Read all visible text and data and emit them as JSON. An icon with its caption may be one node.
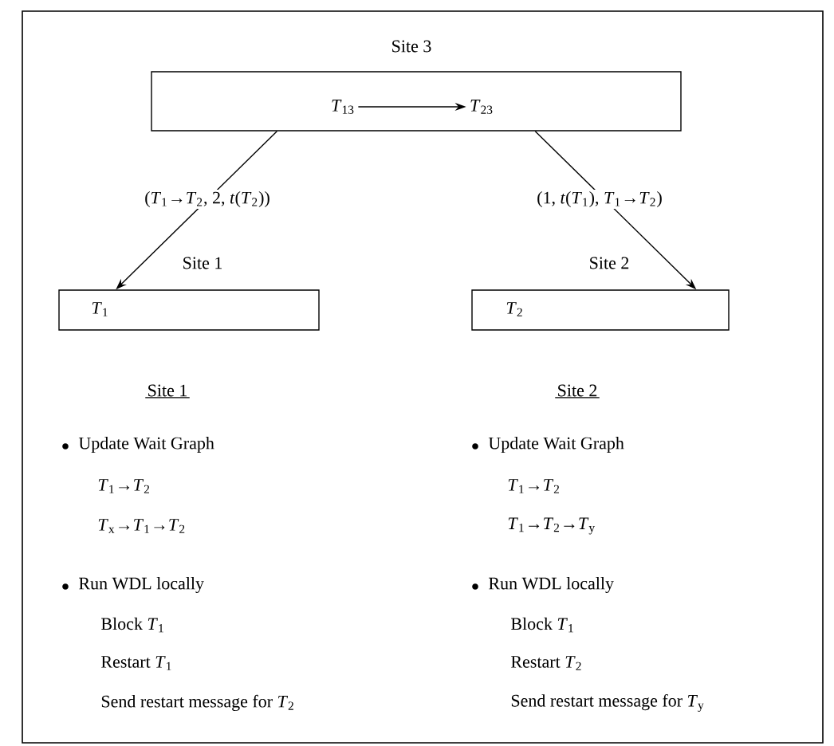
{
  "diagram": {
    "nodes": [
      {
        "text": [
          "Site 3"
        ]
      },
      {
        "text": [
          "*T*$_{13}$"
        ],
        "in": 0
      },
      {
        "text": [
          "*T*$_{23}$"
        ],
        "in": 0
      },
      {
        "text": [
          "Site 1",
          "*T*$_{1}$"
        ]
      },
      {
        "text": [
          "Site 2",
          "*T*$_{2}$"
        ]
      }
    ],
    "edges": [
      {
        "from": 1,
        "to": 2,
        "arrow": "to"
      },
      {
        "from": 0,
        "to": 3,
        "arrow": "to",
        "label": "(*T*$_{1}$→*T*$_{2}$, 2, *t*(*T*$_{2}$))"
      },
      {
        "from": 0,
        "to": 4,
        "arrow": "to",
        "label": "(1, *t*(*T*$_{1}$), *T*$_{1}$→*T*$_{2}$)"
      }
    ],
    "labels": [
      "Site 1",
      "Update Wait Graph",
      "*T*$_{1}$→*T*$_{2}$",
      "*T*$_{x}$→*T*$_{1}$→*T*$_{2}$",
      "Run WDL locally",
      "Block *T*$_{1}$",
      "Restart *T*$_{1}$",
      "Send restart message for *T*$_{2}$",
      "Site 2",
      "Update Wait Graph",
      "*T*$_{1}$→*T*$_{2}$",
      "*T*$_{1}$→*T*$_{2}$→*T*$_{y}$",
      "Run WDL locally",
      "Block *T*$_{1}$",
      "Restart *T*$_{2}$",
      "Send restart message for *T*$_{y}$"
    ]
  }
}
